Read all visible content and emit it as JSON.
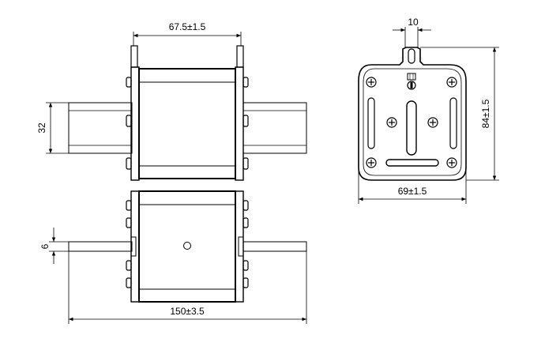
{
  "dimensions": {
    "body_width": "67.5±1.5",
    "terminal_width": "10",
    "rail_height": "32",
    "plate_height": "84±1.5",
    "plate_width": "69±1.5",
    "blade_thickness": "6",
    "overall_length": "150±3.5"
  },
  "colors": {
    "line": "#000000",
    "background": "#ffffff"
  }
}
